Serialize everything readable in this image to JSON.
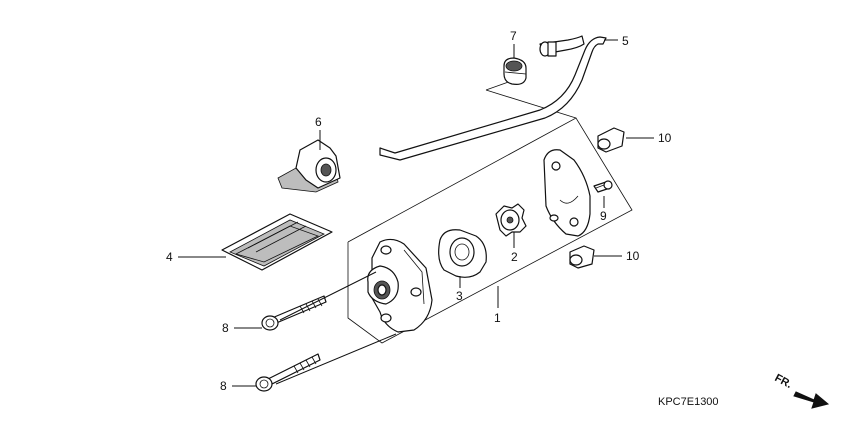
{
  "callouts": [
    {
      "id": "c1",
      "text": "1"
    },
    {
      "id": "c2",
      "text": "2"
    },
    {
      "id": "c3",
      "text": "3"
    },
    {
      "id": "c4",
      "text": "4"
    },
    {
      "id": "c5",
      "text": "5"
    },
    {
      "id": "c6",
      "text": "6"
    },
    {
      "id": "c7",
      "text": "7"
    },
    {
      "id": "c8a",
      "text": "8"
    },
    {
      "id": "c8b",
      "text": "8"
    },
    {
      "id": "c9",
      "text": "9"
    },
    {
      "id": "c10a",
      "text": "10"
    },
    {
      "id": "c10b",
      "text": "10"
    }
  ],
  "diagram_code": "KPC7E1300",
  "direction_label": "FR."
}
